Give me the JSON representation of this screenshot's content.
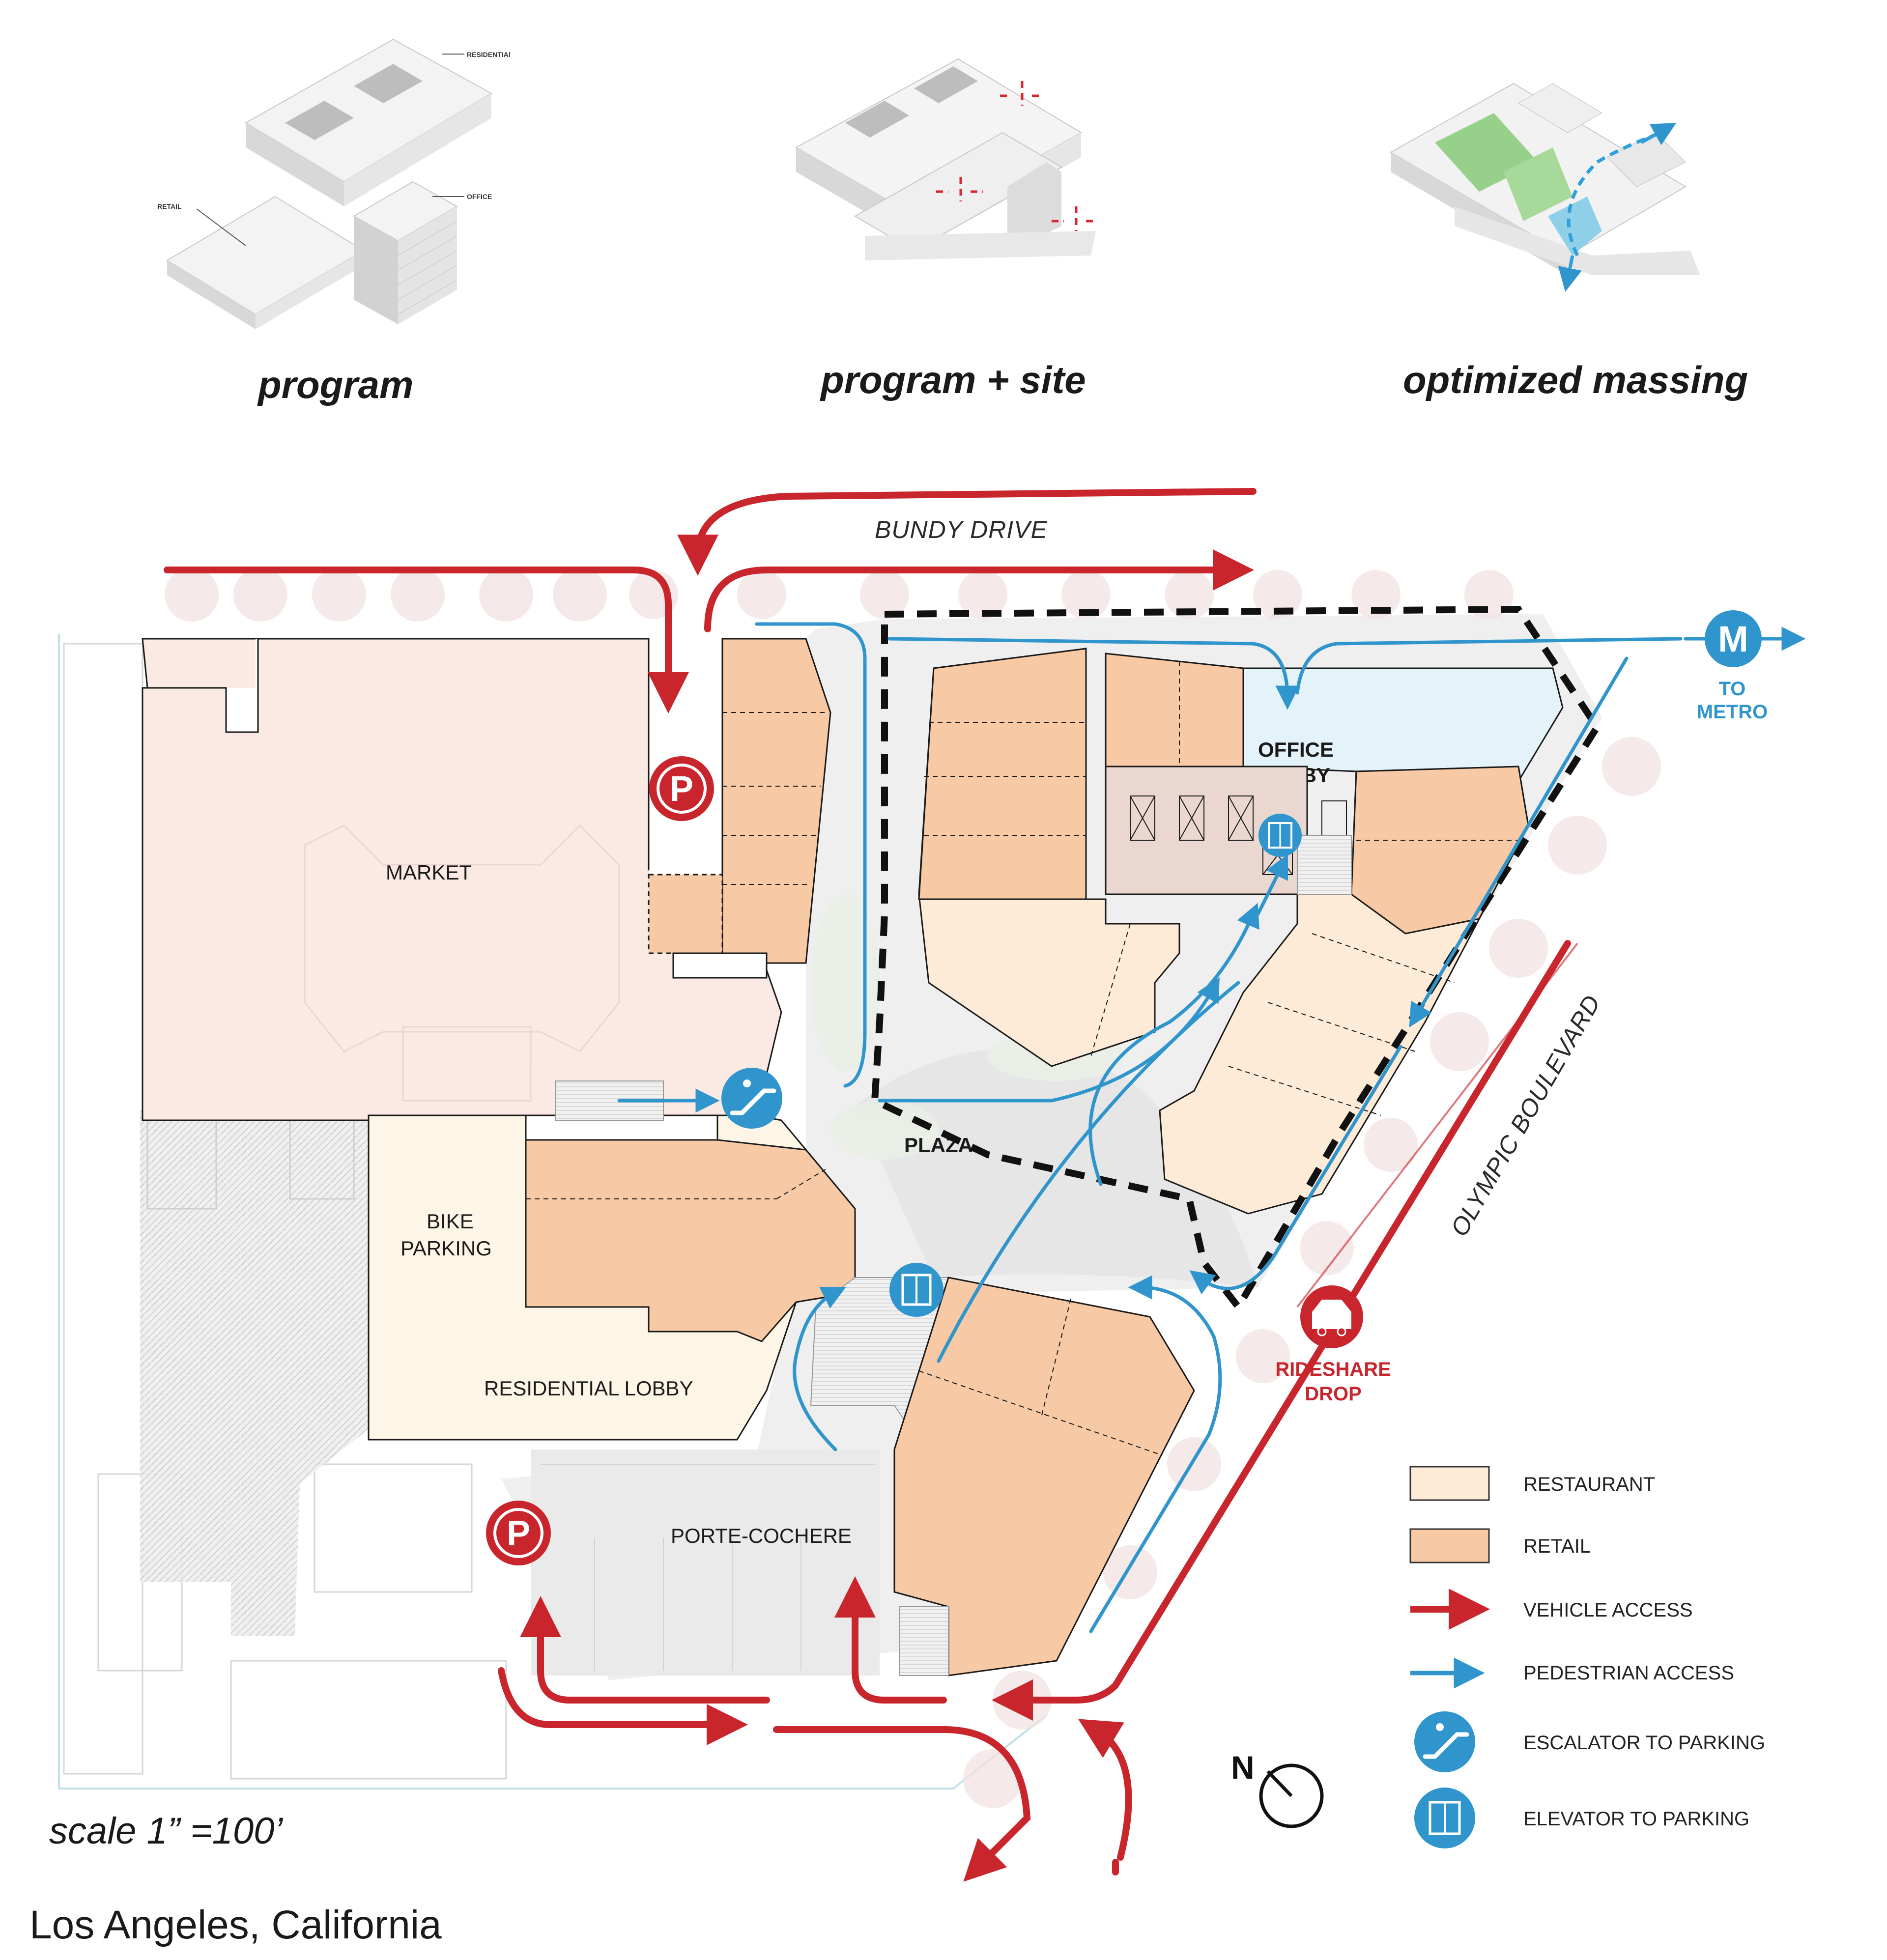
{
  "diagrams": {
    "program": {
      "caption": "program",
      "residential": "RESIDENTIAl",
      "retail": "RETAIL",
      "office": "OFFICE"
    },
    "program_site": {
      "caption": "program + site"
    },
    "optimized": {
      "caption": "optimized massing"
    }
  },
  "plan": {
    "streets": {
      "bundy": "BUNDY DRIVE",
      "olympic": "OLYMPIC BOULEVARD"
    },
    "labels": {
      "market": "MARKET",
      "office_lobby_1": "OFFICE",
      "office_lobby_2": "LOBBY",
      "plaza": "PLAZA",
      "bike_1": "BIKE",
      "bike_2": "PARKING",
      "residential_lobby": "RESIDENTIAL LOBBY",
      "porte_cochere": "PORTE-COCHERE"
    },
    "metro": {
      "letter": "M",
      "line1": "TO",
      "line2": "METRO"
    },
    "rideshare": {
      "line1": "RIDESHARE",
      "line2": "DROP"
    },
    "parking_letter": "P",
    "north_letter": "N"
  },
  "legend": {
    "restaurant": "RESTAURANT",
    "retail": "RETAIL",
    "vehicle": "VEHICLE ACCESS",
    "pedestrian": "PEDESTRIAN ACCESS",
    "escalator": "ESCALATOR TO PARKING",
    "elevator": "ELEVATOR TO PARKING"
  },
  "scale": "scale 1” =100’",
  "location": "Los Angeles, California",
  "colors": {
    "restaurant": "#fdebd8",
    "retail": "#f7c9a5",
    "market": "#fbe9e4",
    "bike": "#fdf6e6",
    "office_lobby": "#e3f3f9",
    "vehicle": "#c9252c",
    "pedestrian": "#2f95cc"
  }
}
